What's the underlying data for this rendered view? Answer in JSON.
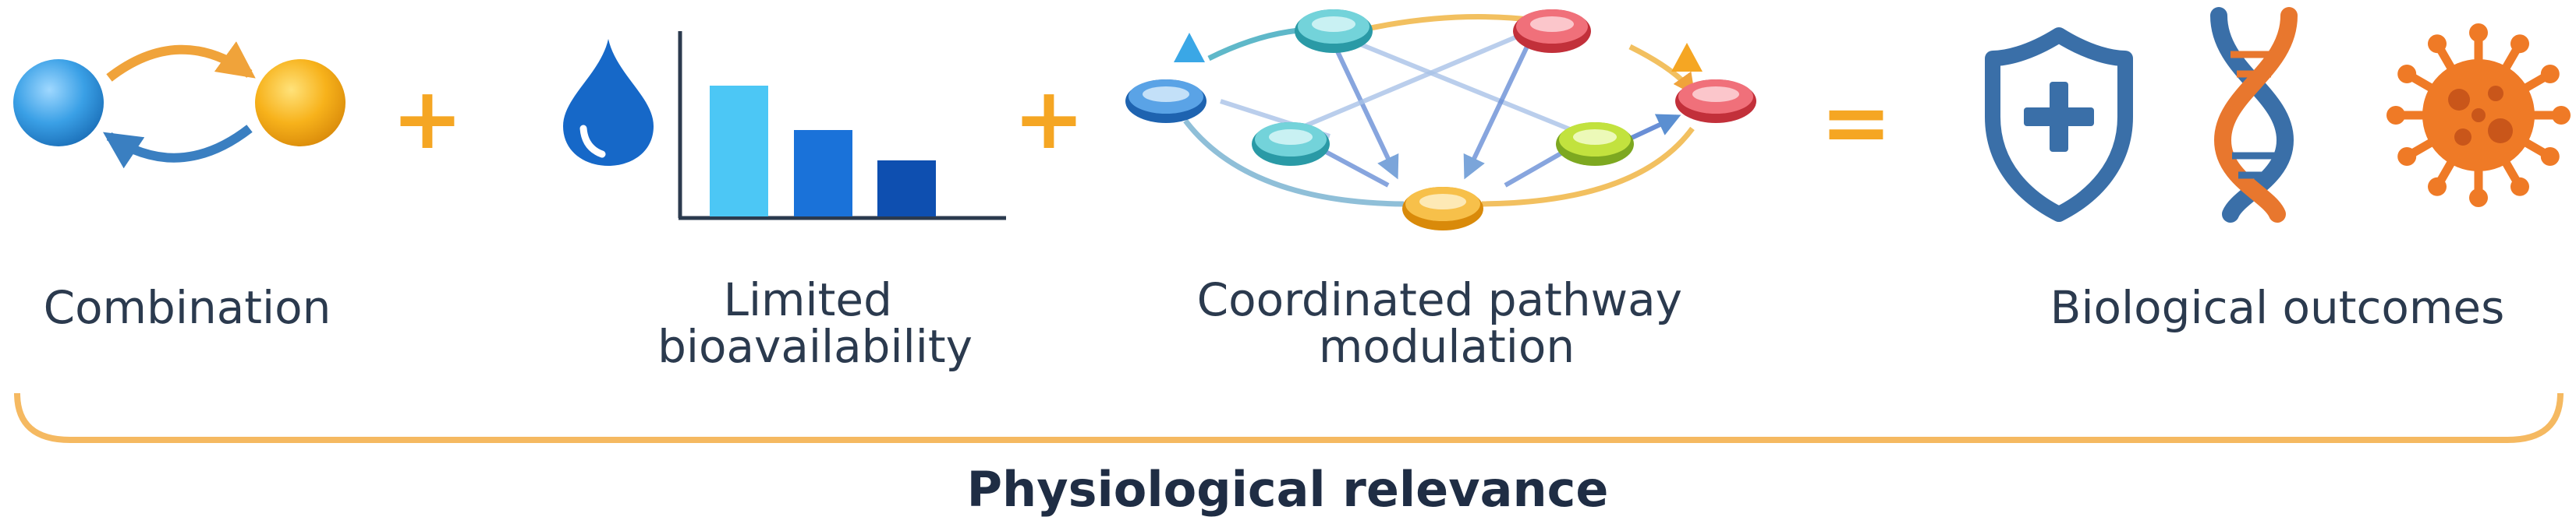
{
  "panels": [
    {
      "id": "combination",
      "label_lines": [
        "Combination"
      ]
    },
    {
      "id": "bioavailability",
      "label_lines": [
        "Limited",
        "bioavailability"
      ],
      "bar_levels": [
        1.0,
        0.66,
        0.43
      ]
    },
    {
      "id": "pathway",
      "label_lines": [
        "Coordinated pathway",
        "modulation"
      ]
    },
    {
      "id": "outcomes",
      "label_lines": [
        "Biological outcomes"
      ],
      "icons": [
        "shield-plus-icon",
        "dna-helix-icon",
        "virus-icon"
      ]
    }
  ],
  "operators": {
    "plus_1": "+",
    "plus_2": "+",
    "equals": "="
  },
  "footer": {
    "label": "Physiological relevance"
  },
  "colors": {
    "text": "#2b3a4e",
    "footer_text": "#1f2d44",
    "accent_orange": "#f5a623",
    "blue_circle": "#3aa0e6",
    "yellow_circle": "#f7b21b",
    "arrow_blue": "#3a7fc1",
    "arrow_orange": "#f0a33a",
    "bar_light": "#4cc7f5",
    "bar_mid": "#1a72d9",
    "bar_dark": "#0e4fb0",
    "drop": "#1668c8",
    "shield": "#3a6fa8",
    "dna_orange": "#e8772e",
    "virus": "#ef7a26",
    "bracket": "#f5b961"
  }
}
